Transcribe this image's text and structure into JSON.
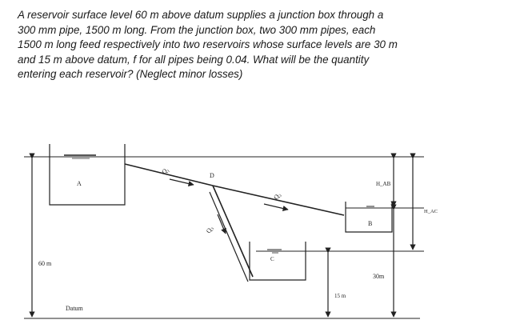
{
  "problem": {
    "lines": [
      "A reservoir surface level 60 m above datum supplies a junction box through a",
      "300 mm pipe, 1500 m long. From the junction box, two 300 mm pipes, each",
      "1500 m long feed respectively into two reservoirs whose surface levels are 30 m",
      "and 15 m above datum, f for all pipes being 0.04. What will be the quantity",
      "entering each reservoir? (Neglect minor losses)"
    ]
  },
  "diagram": {
    "reservoir_a_label": "A",
    "reservoir_b_label": "B",
    "reservoir_c_label": "C",
    "junction_label": "D",
    "flow_q1_label": "Q₁",
    "flow_q2_label": "Q₂",
    "flow_q3_label": "Q₃",
    "head_ab_label": "H_AB",
    "head_ac_label": "H_AC",
    "level_60_label": "60 m",
    "level_30_label": "30m",
    "level_15_label": "15 m",
    "datum_label": "Datum"
  }
}
